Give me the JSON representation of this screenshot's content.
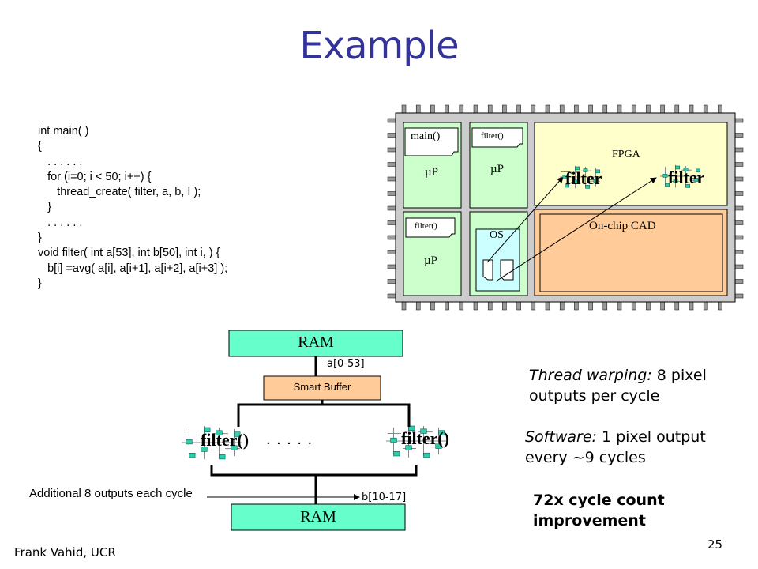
{
  "slide": {
    "title": "Example",
    "page_number": "25",
    "author": "Frank Vahid, UCR"
  },
  "code": {
    "lines": [
      "int main( )",
      "{",
      "   . . . . . .",
      "   for (i=0; i < 50; i++) {",
      "      thread_create( filter, a, b, I );",
      "   }",
      "   . . . . . .",
      "}",
      "void filter( int a[53], int b[50], int i, ) {",
      "   b[i] =avg( a[i], a[i+1], a[i+2], a[i+3] );",
      "}"
    ]
  },
  "chip": {
    "cpu1_func": "main()",
    "cpu1_label": "µP",
    "cpu2_func": "filter()",
    "cpu2_label": "µP",
    "cpu3_func": "filter()",
    "cpu3_label": "µP",
    "os_label": "OS",
    "fpga_label": "FPGA",
    "fpga_filter1": "filter",
    "fpga_filter2": "filter",
    "cad_label": "On-chip CAD"
  },
  "dataflow": {
    "ram_top": "RAM",
    "ram_bottom": "RAM",
    "smart_buffer": "Smart Buffer",
    "input_range": "a[0-53]",
    "output_range": "b[10-17]",
    "filter_left": "filter()",
    "filter_right": "filter()",
    "ellipsis": ". . . . .",
    "additional_note": "Additional 8 outputs each cycle"
  },
  "annotations": {
    "warp_italic": "Thread warping:",
    "warp_rest": " 8 pixel outputs per cycle",
    "sw_italic": "Software:",
    "sw_rest": " 1 pixel output every ~9 cycles",
    "improvement": "72x cycle count improvement"
  },
  "colors": {
    "title": "#333399",
    "cpu_green": "#ccffcc",
    "fpga_yellow": "#ffffcc",
    "cad_orange": "#ffcc99",
    "ram_green": "#66ffcc",
    "chip_grey": "#cccccc",
    "os_blue": "#ccffff"
  }
}
